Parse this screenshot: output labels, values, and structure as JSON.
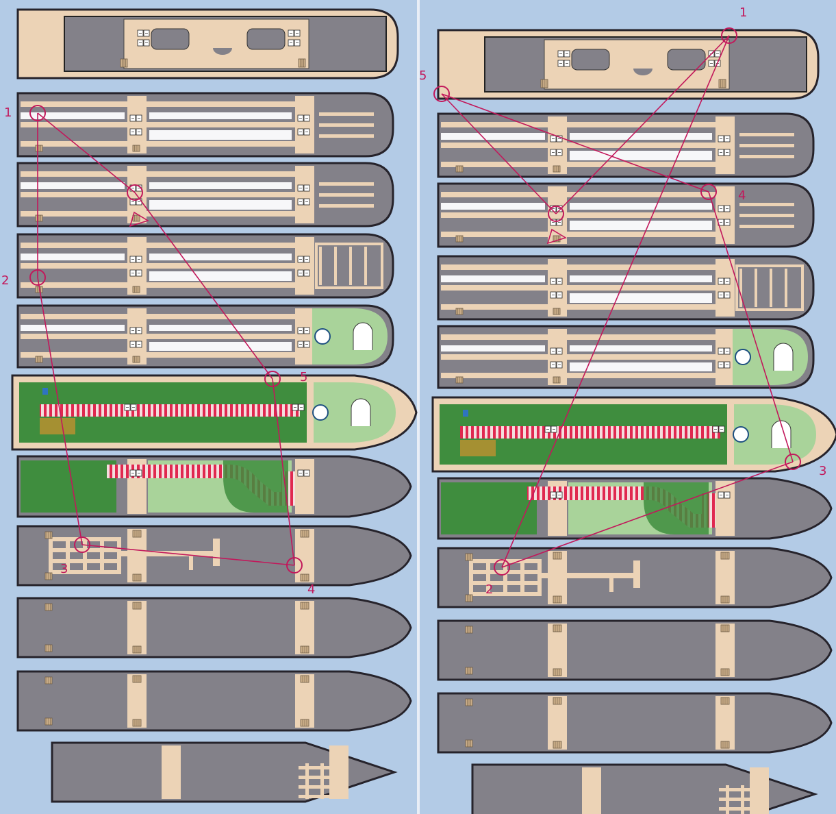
{
  "panels": [
    {
      "id": "left",
      "markers": [
        {
          "label": "1"
        },
        {
          "label": "2"
        },
        {
          "label": "3"
        },
        {
          "label": "4"
        },
        {
          "label": "5"
        }
      ]
    },
    {
      "id": "right",
      "markers": [
        {
          "label": "1"
        },
        {
          "label": "2"
        },
        {
          "label": "3"
        },
        {
          "label": "4"
        },
        {
          "label": "5"
        }
      ]
    }
  ],
  "colors": {
    "background": "#b3cbe6",
    "hull_gray": "#838189",
    "hull_outline": "#26232b",
    "corridor_beige": "#ecd3b6",
    "cabin_white": "#f7f7f9",
    "deck_green": "#3f8d3e",
    "deck_light_green": "#a9d39a",
    "highlight_red": "#e0284f",
    "route_line": "#c2185b",
    "stair_tan": "#cdb08a",
    "elevator_blue": "#2f74c0"
  },
  "icons": [
    "elevator-icon",
    "stairs-icon",
    "wheel-icon",
    "route-marker-icon",
    "arrow-icon"
  ]
}
